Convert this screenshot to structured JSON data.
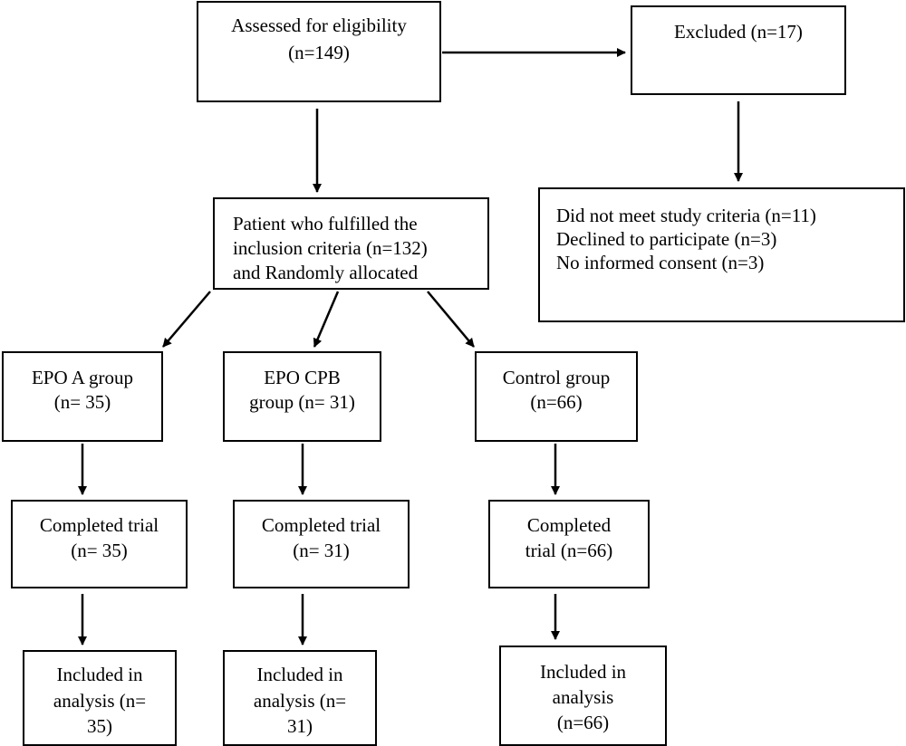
{
  "diagram": {
    "assessed": {
      "line1": "Assessed for eligibility",
      "line2": "(n=149)"
    },
    "excluded": {
      "line1": "Excluded (n=17)"
    },
    "exclusion_reasons": [
      "Did not meet study criteria (n=11)",
      "Declined to participate (n=3)",
      "No informed consent (n=3)"
    ],
    "randomized": {
      "line1": "Patient who fulfilled the",
      "line2": "inclusion criteria (n=132)",
      "line3": "and Randomly allocated"
    },
    "groups": [
      {
        "name_line1": "EPO A group",
        "name_line2": "(n= 35)",
        "completed_line1": "Completed trial",
        "completed_line2": "(n= 35)",
        "analysis_line1": "Included in",
        "analysis_line2": "analysis (n=",
        "analysis_line3": "35)"
      },
      {
        "name_line1": "EPO CPB",
        "name_line2": "group (n= 31)",
        "completed_line1": "Completed trial",
        "completed_line2": "(n= 31)",
        "analysis_line1": "Included in",
        "analysis_line2": "analysis (n=",
        "analysis_line3": "31)"
      },
      {
        "name_line1": "Control group",
        "name_line2": "(n=66)",
        "completed_line1": "Completed",
        "completed_line2": "trial (n=66)",
        "analysis_line1": "Included in",
        "analysis_line2": "analysis",
        "analysis_line3": "(n=66)"
      }
    ]
  }
}
